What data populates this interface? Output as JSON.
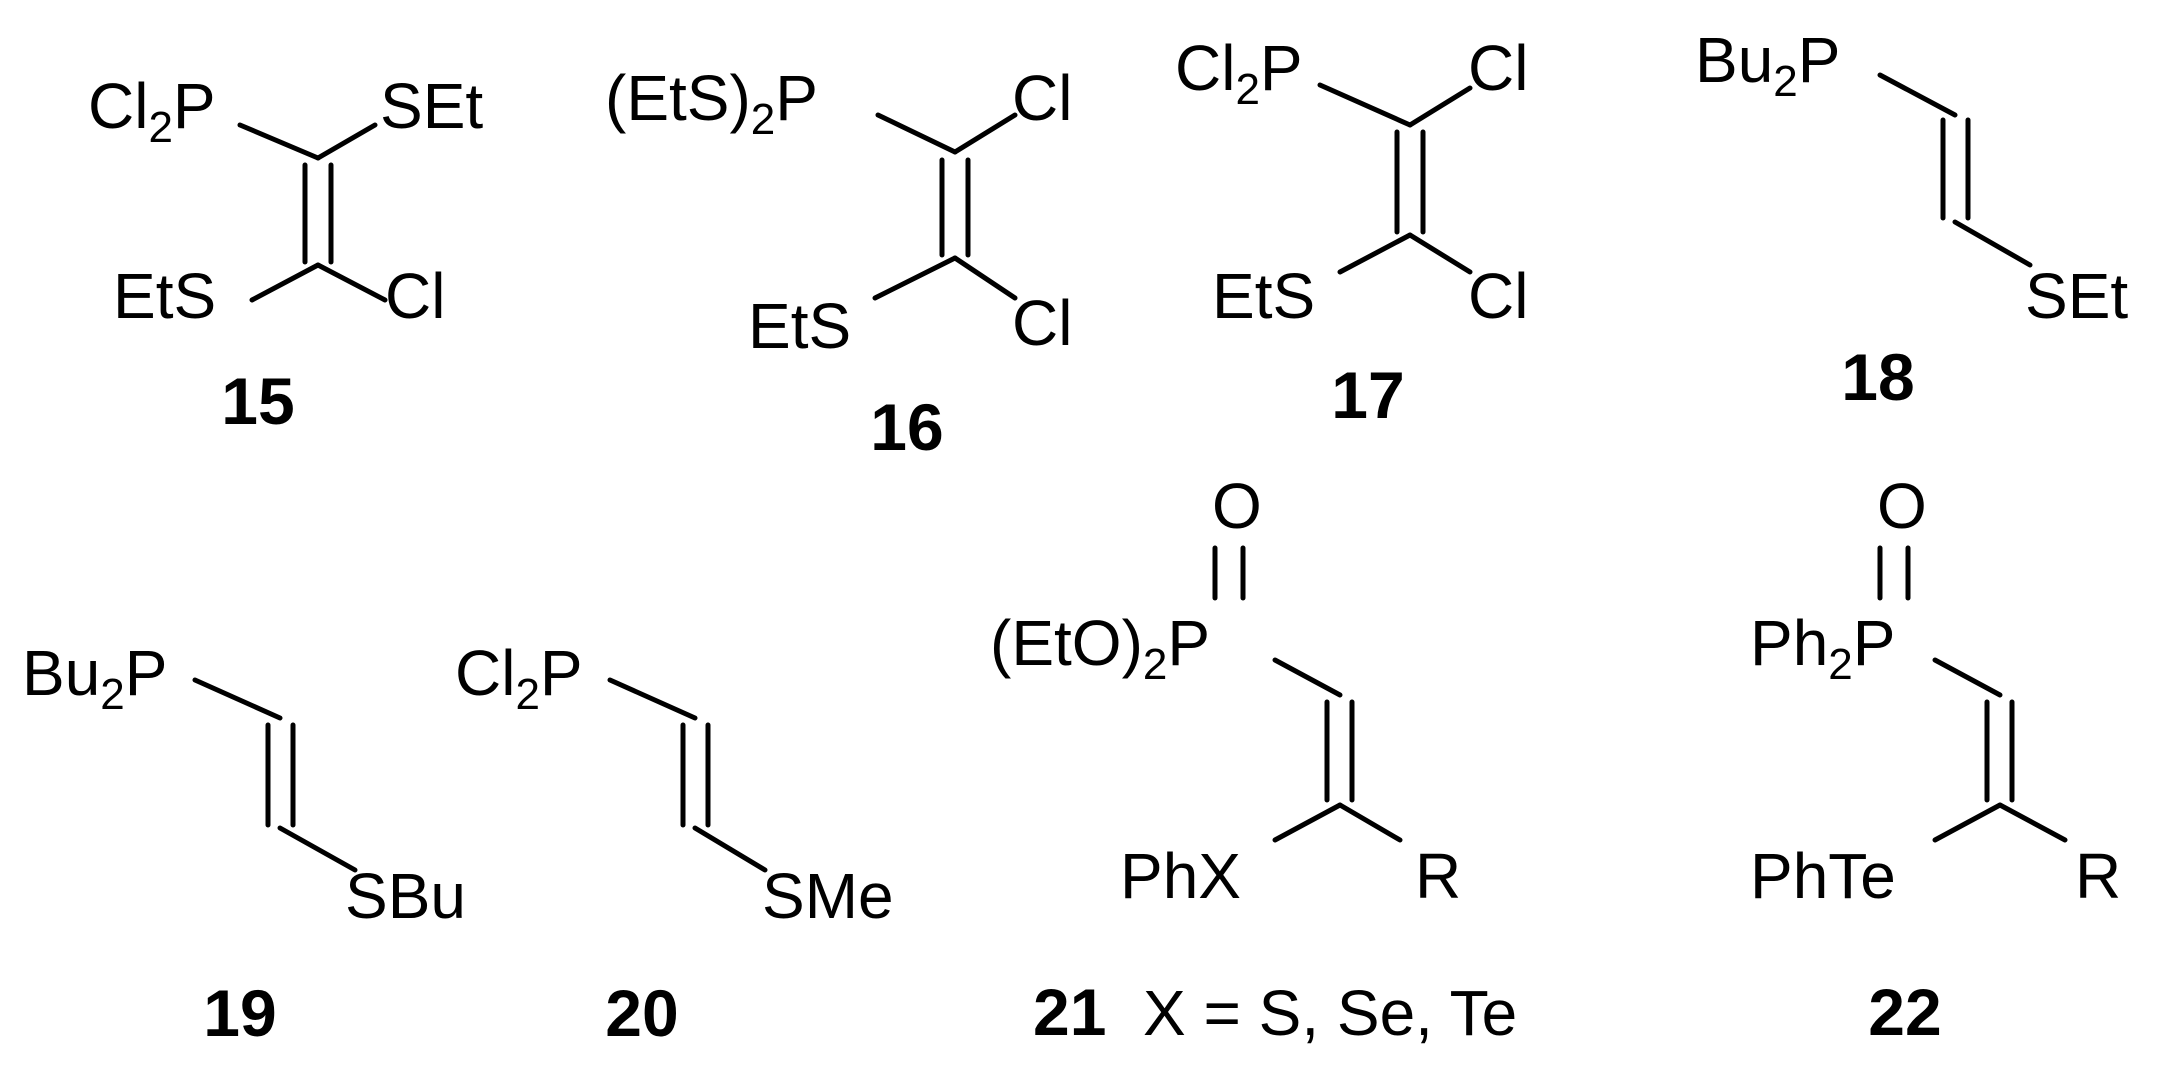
{
  "compounds": [
    {
      "number": "15",
      "groups": {
        "top_left": {
          "main": "Cl",
          "sub": "2",
          "tail": "P"
        },
        "top_right": "SEt",
        "bottom_left": "EtS",
        "bottom_right": "Cl"
      }
    },
    {
      "number": "16",
      "groups": {
        "top_left": {
          "main": "(EtS)",
          "sub": "2",
          "tail": "P"
        },
        "top_right": "Cl",
        "bottom_left": "EtS",
        "bottom_right": "Cl"
      }
    },
    {
      "number": "17",
      "groups": {
        "top_left": {
          "main": "Cl",
          "sub": "2",
          "tail": "P"
        },
        "top_right": "Cl",
        "bottom_left": "EtS",
        "bottom_right": "Cl"
      }
    },
    {
      "number": "18",
      "groups": {
        "phosphorus": {
          "main": "Bu",
          "sub": "2",
          "tail": "P"
        },
        "sulfur": "SEt"
      }
    },
    {
      "number": "19",
      "groups": {
        "phosphorus": {
          "main": "Bu",
          "sub": "2",
          "tail": "P"
        },
        "sulfur": "SBu"
      }
    },
    {
      "number": "20",
      "groups": {
        "phosphorus": {
          "main": "Cl",
          "sub": "2",
          "tail": "P"
        },
        "sulfur": "SMe"
      }
    },
    {
      "number": "21",
      "caption": "X = S, Se, Te",
      "groups": {
        "oxygen": "O",
        "phosphorus": {
          "main": "(EtO)",
          "sub": "2",
          "tail": "P"
        },
        "bottom_left": "PhX",
        "bottom_right": "R"
      }
    },
    {
      "number": "22",
      "groups": {
        "oxygen": "O",
        "phosphorus": {
          "main": "Ph",
          "sub": "2",
          "tail": "P"
        },
        "bottom_left": "PhTe",
        "bottom_right": "R"
      }
    }
  ]
}
